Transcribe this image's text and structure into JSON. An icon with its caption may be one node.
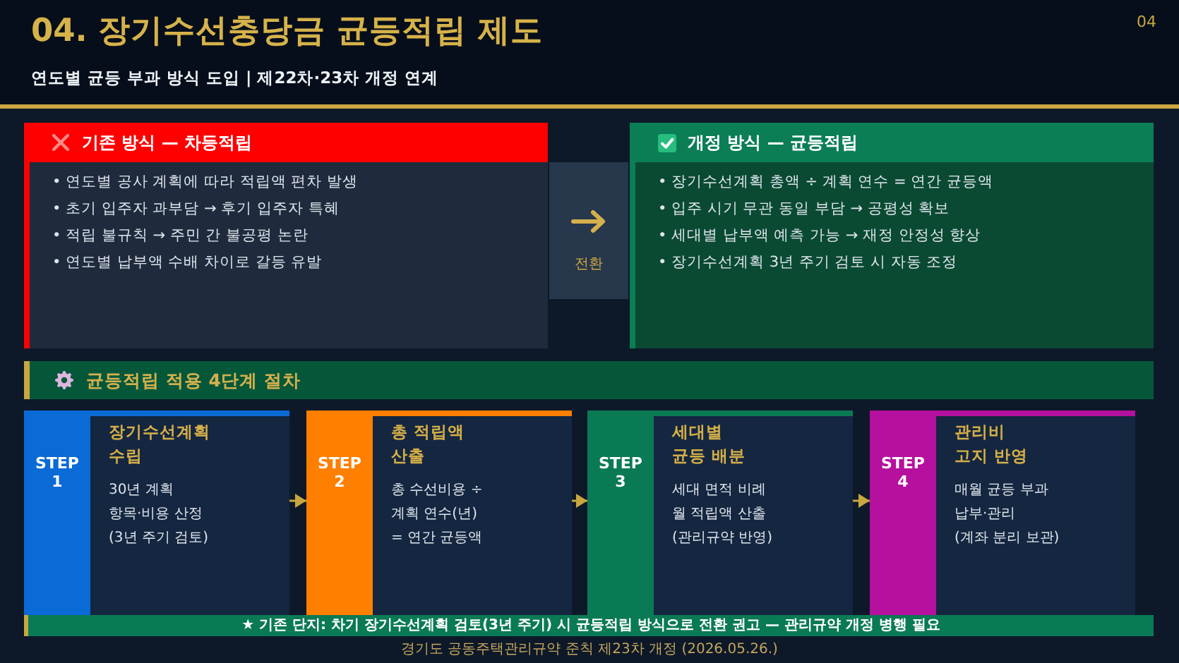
{
  "diagram": {
    "title": "04. 장기수선충당금 균등적립 제도",
    "nodes": [
      {
        "text": [
          "기존 방식 — 차등적립",
          "• 연도별 공사 계획에 따라 적립액 편차 발생",
          "• 초기 입주자 과부담 → 후기 입주자 특혜",
          "• 적립 불규칙 → 주민 간 불공평 논란",
          "• 연도별 납부액 수배 차이로 갈등 유발"
        ]
      },
      {
        "text": [
          "전환"
        ]
      },
      {
        "text": [
          "개정 방식 — 균등적립",
          "• 장기수선계획 총액 ÷ 계획 연수 = 연간 균등액",
          "• 입주 시기 무관 동일 부담 → 공평성 확보",
          "• 세대별 납부액 예측 가능 → 재정 안정성 향상",
          "• 장기수선계획 3년 주기 검토 시 자동 조정"
        ]
      },
      {
        "text": [
          "균등적립 적용 4단계 절차"
        ]
      },
      {
        "text": [
          "STEP 1",
          "장기수선계획 수립",
          "30년 계획",
          "항목·비용 산정",
          "(3년 주기 검토)"
        ]
      },
      {
        "text": [
          "STEP 2",
          "총 적립액 산출",
          "총 수선비용 ÷",
          "계획 연수(년)",
          "= 연간 균등액"
        ]
      },
      {
        "text": [
          "STEP 3",
          "세대별 균등 배분",
          "세대 면적 비례",
          "월 적립액 산출",
          "(관리규약 반영)"
        ]
      },
      {
        "text": [
          "STEP 4",
          "관리비 고지 반영",
          "매월 균등 부과",
          "납부·관리",
          "(계좌 분리 보관)"
        ]
      },
      {
        "text": [
          "★ 기존 단지: 차기 장기수선계획 검토(3년 주기) 시 균등적립 방식으로 전환 권고 — 관리규약 개정 병행 필요"
        ]
      }
    ],
    "edges": [
      {
        "from": 4,
        "to": 5,
        "arrow": "to"
      },
      {
        "from": 5,
        "to": 6,
        "arrow": "to"
      },
      {
        "from": 6,
        "to": 7,
        "arrow": "to"
      }
    ],
    "labels": [
      "04",
      "연도별 균등 부과 방식 도입 | 제22차·23차 개정 연계",
      "경기도 공동주택관리규약 준칙 제23차 개정 (2026.05.26.)"
    ]
  }
}
